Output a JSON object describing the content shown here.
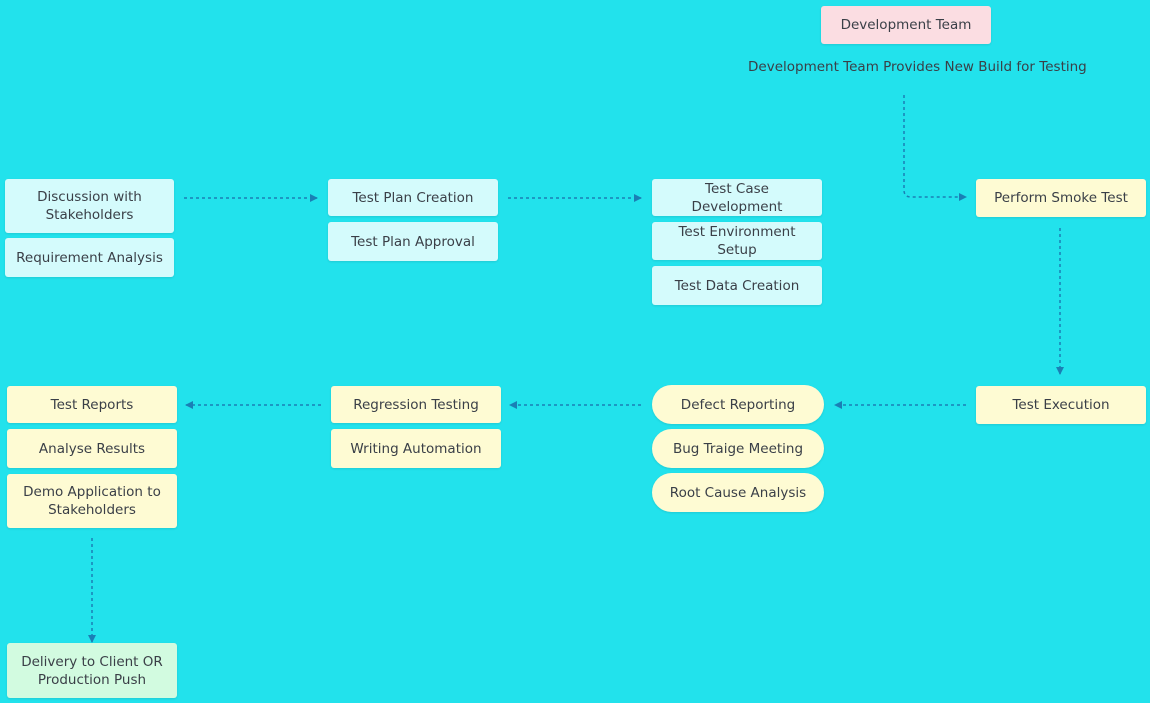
{
  "colors": {
    "background": "#22e2ec",
    "planning_box": "#d4fbfc",
    "execution_box": "#fefbd3",
    "team_box": "#fbdde2",
    "delivery_box": "#d2fbe0",
    "connector": "#1a7fb5"
  },
  "team": {
    "label": "Development Team",
    "caption": "Development Team Provides New Build for Testing"
  },
  "requirements": {
    "discussion": "Discussion with Stakeholders",
    "analysis": "Requirement Analysis"
  },
  "planning": {
    "creation": "Test Plan Creation",
    "approval": "Test Plan Approval"
  },
  "design": {
    "case_dev": "Test Case Development",
    "env_setup": "Test Environment Setup",
    "data_creation": "Test Data Creation"
  },
  "smoke": {
    "label": "Perform Smoke Test"
  },
  "execution": {
    "label": "Test Execution"
  },
  "defects": {
    "reporting": "Defect Reporting",
    "triage": "Bug Traige Meeting",
    "rca": "Root Cause Analysis"
  },
  "regression": {
    "testing": "Regression Testing",
    "automation": "Writing Automation"
  },
  "closure": {
    "reports": "Test Reports",
    "analyse": "Analyse Results",
    "demo": "Demo Application to Stakeholders"
  },
  "delivery": {
    "label": "Delivery to Client OR Production Push"
  }
}
